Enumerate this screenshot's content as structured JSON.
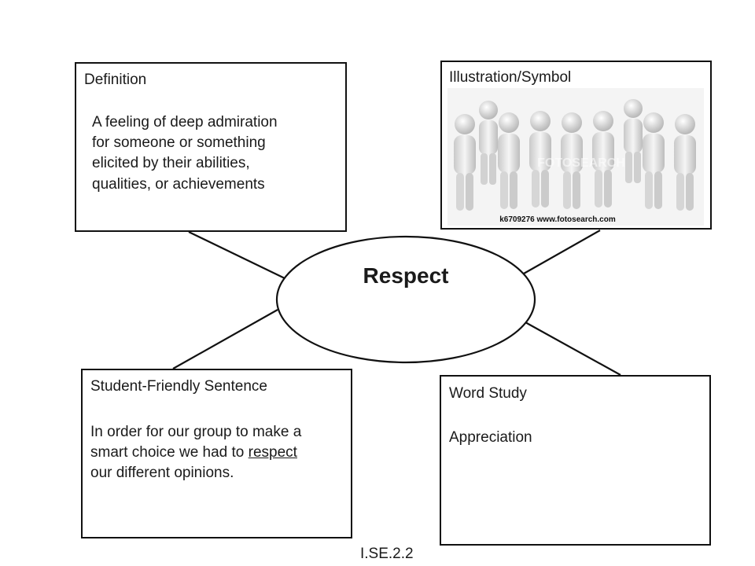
{
  "center": {
    "label": "Respect"
  },
  "definition": {
    "title": "Definition",
    "lines": [
      "A feeling of deep admiration",
      "for someone or something",
      "elicited by their abilities,",
      "qualities, or achievements"
    ]
  },
  "illustration": {
    "title": "Illustration/Symbol",
    "caption": "k6709276  www.fotosearch.com",
    "watermark": "FOTOSEARCH",
    "icon": "group-of-people-figures"
  },
  "sentence": {
    "title": "Student-Friendly Sentence",
    "line1": "In order for our group to make a",
    "line2_before": "smart choice we had to ",
    "line2_underlined": "respect",
    "line3": "our different opinions."
  },
  "word_study": {
    "title": "Word Study",
    "word": "Appreciation"
  },
  "footer": {
    "code": "I.SE.2.2"
  }
}
